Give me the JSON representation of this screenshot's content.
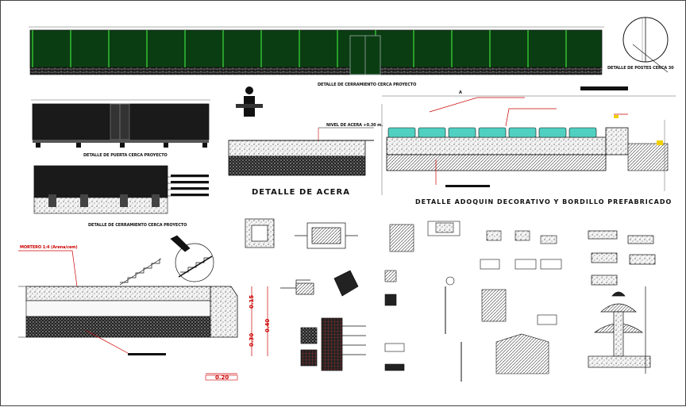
{
  "colors": {
    "fence_panel": "#0b3d12",
    "fence_post": "#3ce03c",
    "leader": "#cc0000",
    "water_tile": "#4fd0c0",
    "ink": "#111111",
    "yellow": "#f0d000"
  },
  "labels": {
    "fence_detail": "DETALLE DE CERRAMIENTO CERCA PROYECTO",
    "post_detail": "DETALLE DE POSTES CERCA 30",
    "gate_detail": "DETALLE DE PUERTA CERCA PROYECTO",
    "fence_section": "DETALLE DE CERRAMIENTO CERCA PROYECTO",
    "sidewalk_title": "DETALLE DE ACERA",
    "paver_title": "DETALLE ADOQUIN DECORATIVO Y BORDILLO PREFABRICADO",
    "sidewalk_level": "NIVEL DE ACERA +0.30 m.",
    "mortar_note": "MORTERO 1:4 (Arena/cem)",
    "dim_015": "0.15",
    "dim_030": "0.30",
    "dim_040": "0.40",
    "dim_020": "0.20",
    "note_1": "A"
  }
}
